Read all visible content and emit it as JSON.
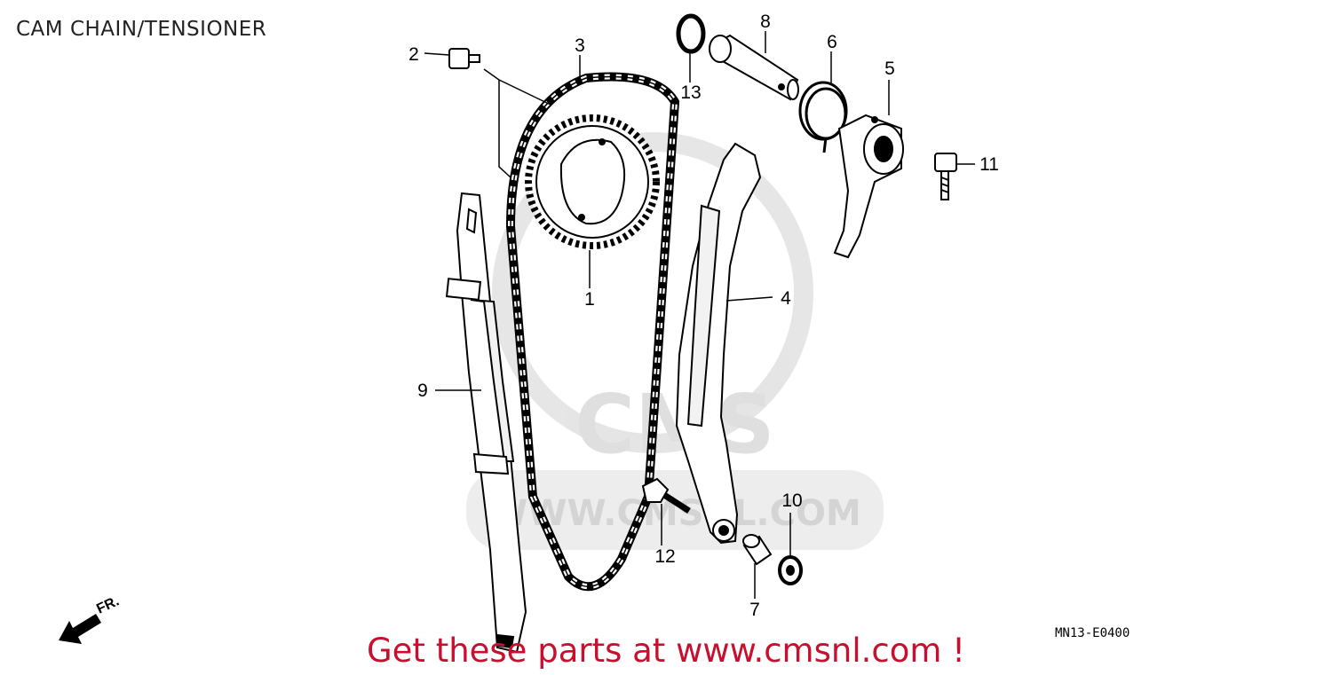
{
  "title": "CAM CHAIN/TENSIONER",
  "callouts": {
    "p1": "1",
    "p2": "2",
    "p3": "3",
    "p4": "4",
    "p5": "5",
    "p6": "6",
    "p7": "7",
    "p8": "8",
    "p9": "9",
    "p10": "10",
    "p11": "11",
    "p12": "12",
    "p13": "13"
  },
  "direction_label": "FR.",
  "diagram_code": "MN13-E0400",
  "watermark": {
    "logo_text": "CMS",
    "url_text": "WWW.CMSNL.COM"
  },
  "banner": "Get these parts at www.cmsnl.com !",
  "colors": {
    "banner": "#c8102e",
    "line": "#000000",
    "watermark": "#d9d9d9"
  }
}
